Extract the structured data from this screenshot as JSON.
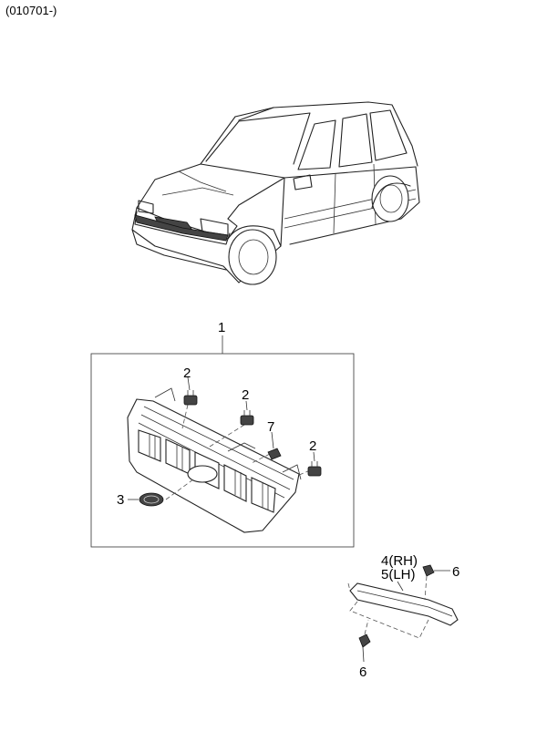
{
  "diagram": {
    "code": "(010701-)",
    "callouts": {
      "assembly": "1",
      "clip_a": "2",
      "clip_b": "2",
      "clip_c": "2",
      "emblem": "3",
      "rh_label": "4(RH)",
      "lh_label": "5(LH)",
      "nut_top": "6",
      "nut_bottom": "6",
      "fastener": "7"
    }
  }
}
